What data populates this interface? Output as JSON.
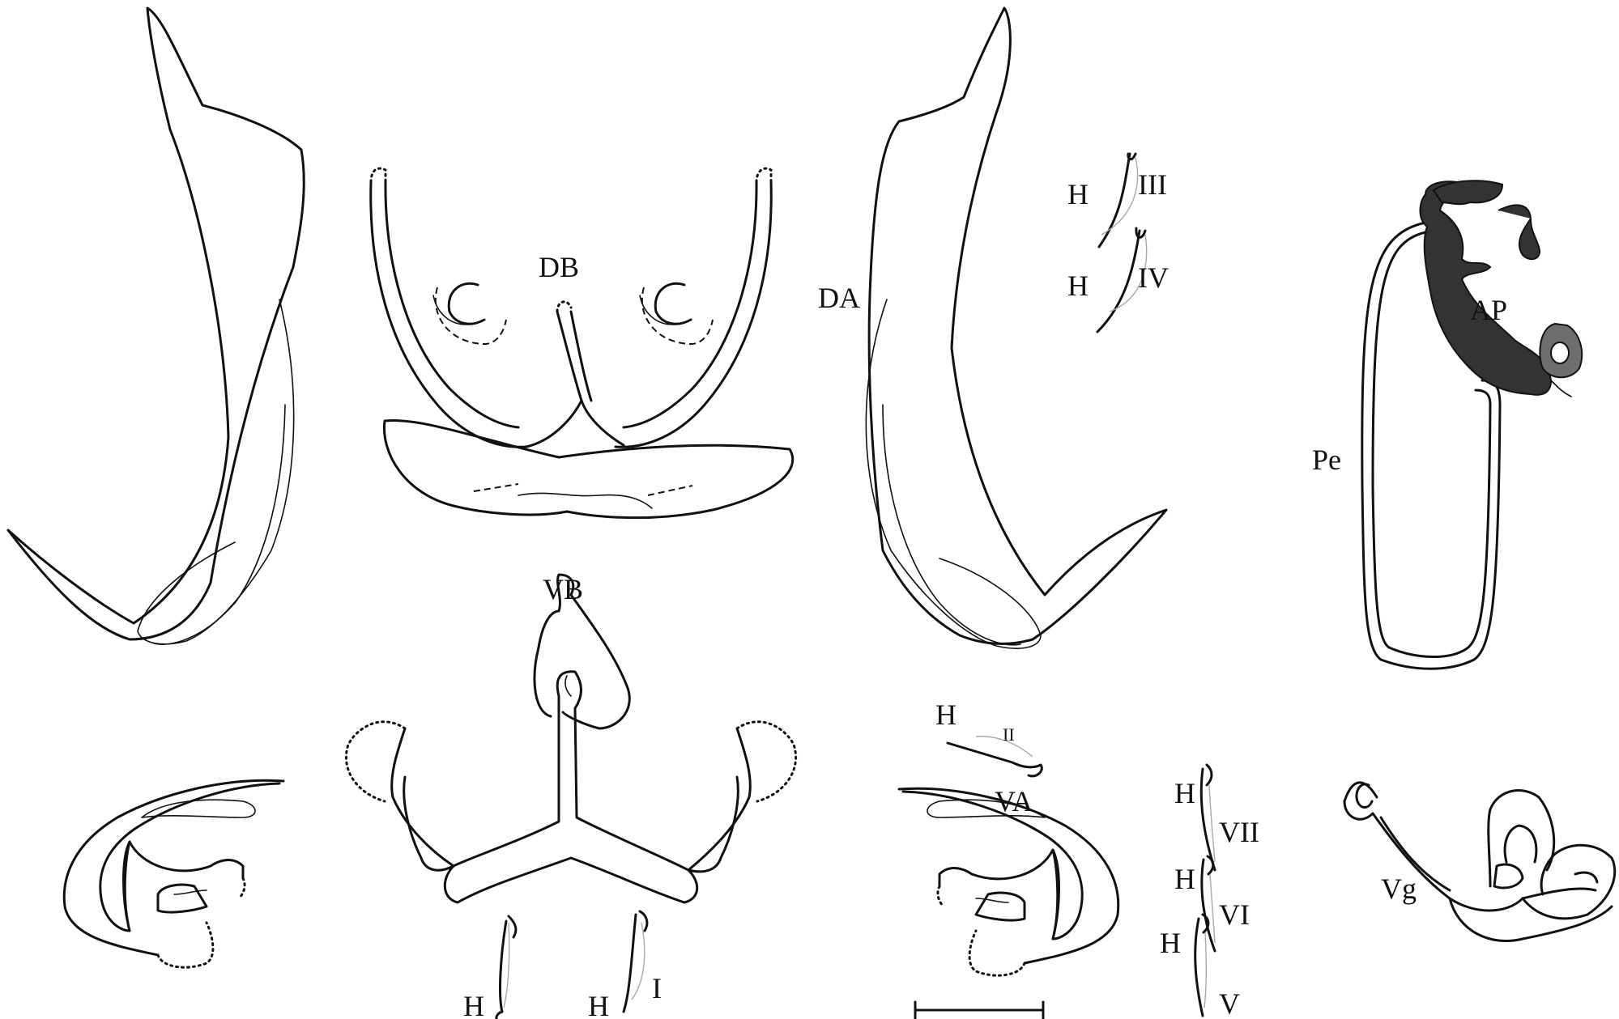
{
  "labels": {
    "db": "DB",
    "da": "DA",
    "vb": "VB",
    "va": "VA",
    "ap": "AP",
    "pe": "Pe",
    "vg": "Vg",
    "h": "H",
    "i": "I",
    "ii": "II",
    "iii": "III",
    "iv": "IV",
    "v": "V",
    "vi": "VI",
    "vii": "VII"
  },
  "colors": {
    "line": "#111111",
    "accessory_piece_fill": "#333333",
    "accessory_ring_fill": "#6e6e6e",
    "hook_filament": "#a8a8a8"
  }
}
